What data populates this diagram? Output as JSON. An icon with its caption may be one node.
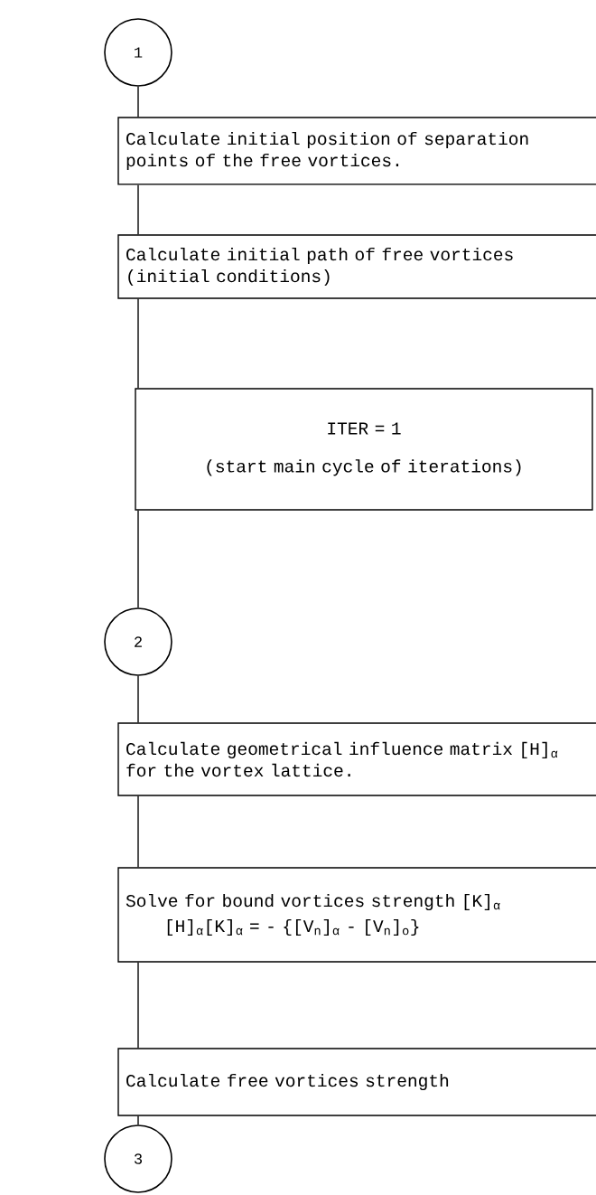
{
  "diagram": {
    "nodes": [
      {
        "text": [
          "1"
        ]
      },
      {
        "text": [
          "Calculate initial position of separation points of the free vortices."
        ]
      },
      {
        "text": [
          "Calculate initial path of free vortices (initial conditions)"
        ]
      },
      {
        "text": [
          "ITER = 1",
          "(start main cycle of iterations)"
        ]
      },
      {
        "text": [
          "2"
        ]
      },
      {
        "text": [
          "Calculate geometrical influence matrix [H]$_{α}$ for the vortex lattice."
        ]
      },
      {
        "text": [
          "Solve for bound vortices strength [K]$_{α}$",
          "[H]$_{α}$[K]$_{α}$ = - {[V$_{n}$]$_{α}$ - [V$_{n}$]$_{o}$}"
        ]
      },
      {
        "text": [
          "Calculate free vortices strength"
        ]
      },
      {
        "text": [
          "3"
        ]
      }
    ],
    "edges": [
      {
        "from": 0,
        "to": 1,
        "arrow": "none"
      },
      {
        "from": 1,
        "to": 2,
        "arrow": "none"
      },
      {
        "from": 2,
        "to": 3,
        "arrow": "none"
      },
      {
        "from": 3,
        "to": 4,
        "arrow": "none"
      },
      {
        "from": 4,
        "to": 5,
        "arrow": "none"
      },
      {
        "from": 5,
        "to": 6,
        "arrow": "none"
      },
      {
        "from": 6,
        "to": 7,
        "arrow": "none"
      },
      {
        "from": 7,
        "to": 8,
        "arrow": "none"
      }
    ]
  }
}
